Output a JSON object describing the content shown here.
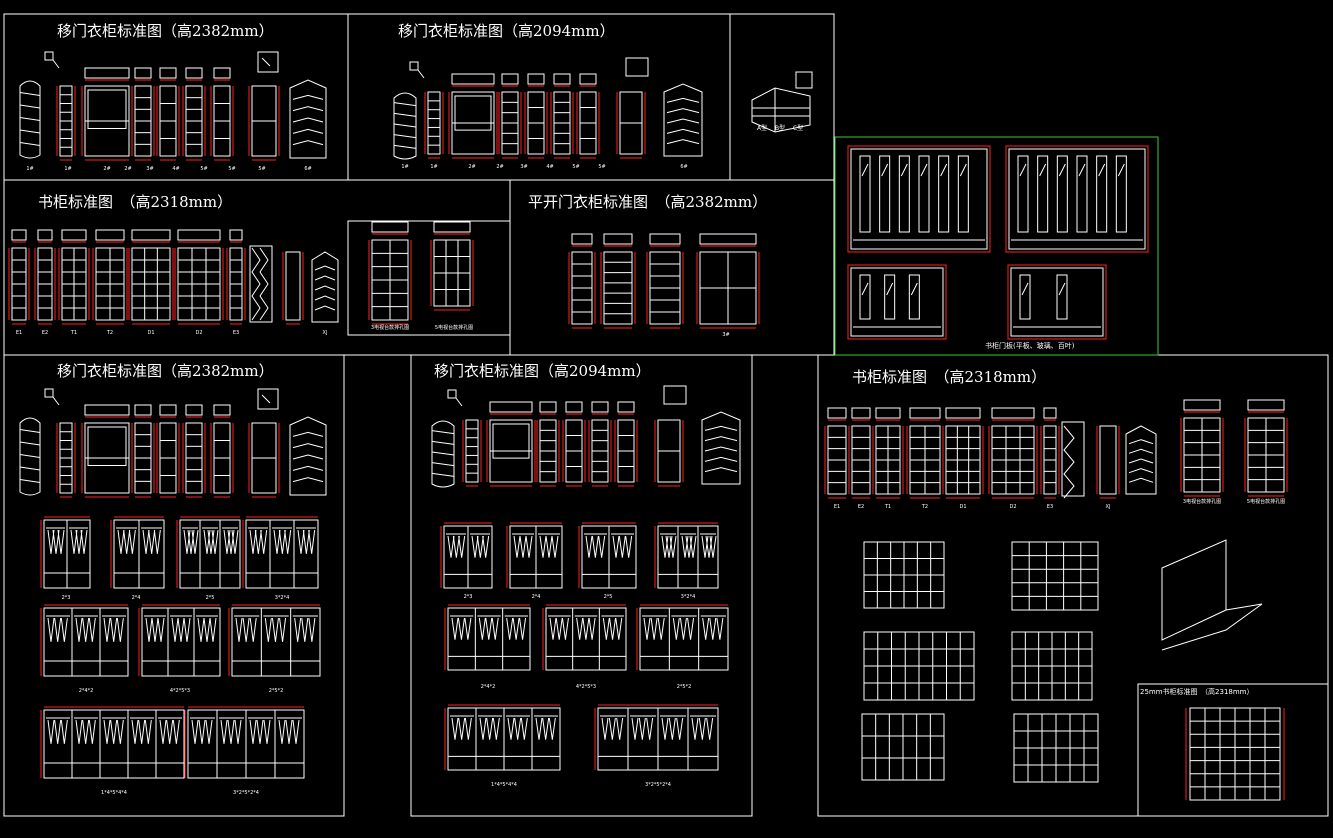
{
  "colors": {
    "background": "#000000",
    "line": "#ffffff",
    "dimension": "#ff2020",
    "highlight_frame": "#33cc33"
  },
  "titles": {
    "p1": "移门衣柜标准图（高2382mm）",
    "p2": "移门衣柜标准图（高2094mm）",
    "p4": "书柜标准图　（高2318mm）",
    "p5": "平开门衣柜标准图　（高2382mm）",
    "p7": "移门衣柜标准图（高2382mm）",
    "p8": "移门衣柜标准图（高2094mm）",
    "p9": "书柜标准图　（高2318mm）",
    "p9_sub": "25mm书柜标准图　（高2318mm）",
    "p6_caption": "书柜门板(平板、玻璃、百叶)"
  },
  "captions": {
    "p1": [
      "1#",
      "1#",
      "2#",
      "2#",
      "3#",
      "4#",
      "5#",
      "5#",
      "5#",
      "6#"
    ],
    "p2": [
      "1#",
      "1#",
      "2#",
      "2#",
      "3#",
      "4#",
      "5#",
      "5#",
      "6#"
    ],
    "p3": [
      "A型",
      "B型",
      "C型"
    ],
    "p4": [
      "E1",
      "E2",
      "T1",
      "T2",
      "D1",
      "D2",
      "E3",
      "",
      "",
      "XJ"
    ],
    "p4_side": [
      "3电视台款排孔图",
      "5电视台款排孔图"
    ],
    "p5": [
      "",
      "",
      "",
      "3#"
    ],
    "p7_rows": [
      [
        "2*3",
        "2*4",
        "2*5",
        "3*2*4"
      ],
      [
        "2*4*2",
        "4*2*5*3",
        "2*5*2"
      ],
      [
        "1*4*5*4*4",
        "3*2*5*2*4"
      ]
    ],
    "p8_rows": [
      [
        "2*3",
        "2*4",
        "2*5",
        "3*2*4"
      ],
      [
        "2*4*2",
        "4*2*5*3",
        "2*5*2"
      ],
      [
        "1*4*5*4*4",
        "3*2*5*2*4"
      ]
    ],
    "p9": [
      "E1",
      "E2",
      "T1",
      "T2",
      "D1",
      "D2",
      "E3",
      "",
      "XJ",
      ""
    ],
    "p9_side": [
      "3电视台款排孔图",
      "5电视台款排孔图"
    ]
  }
}
